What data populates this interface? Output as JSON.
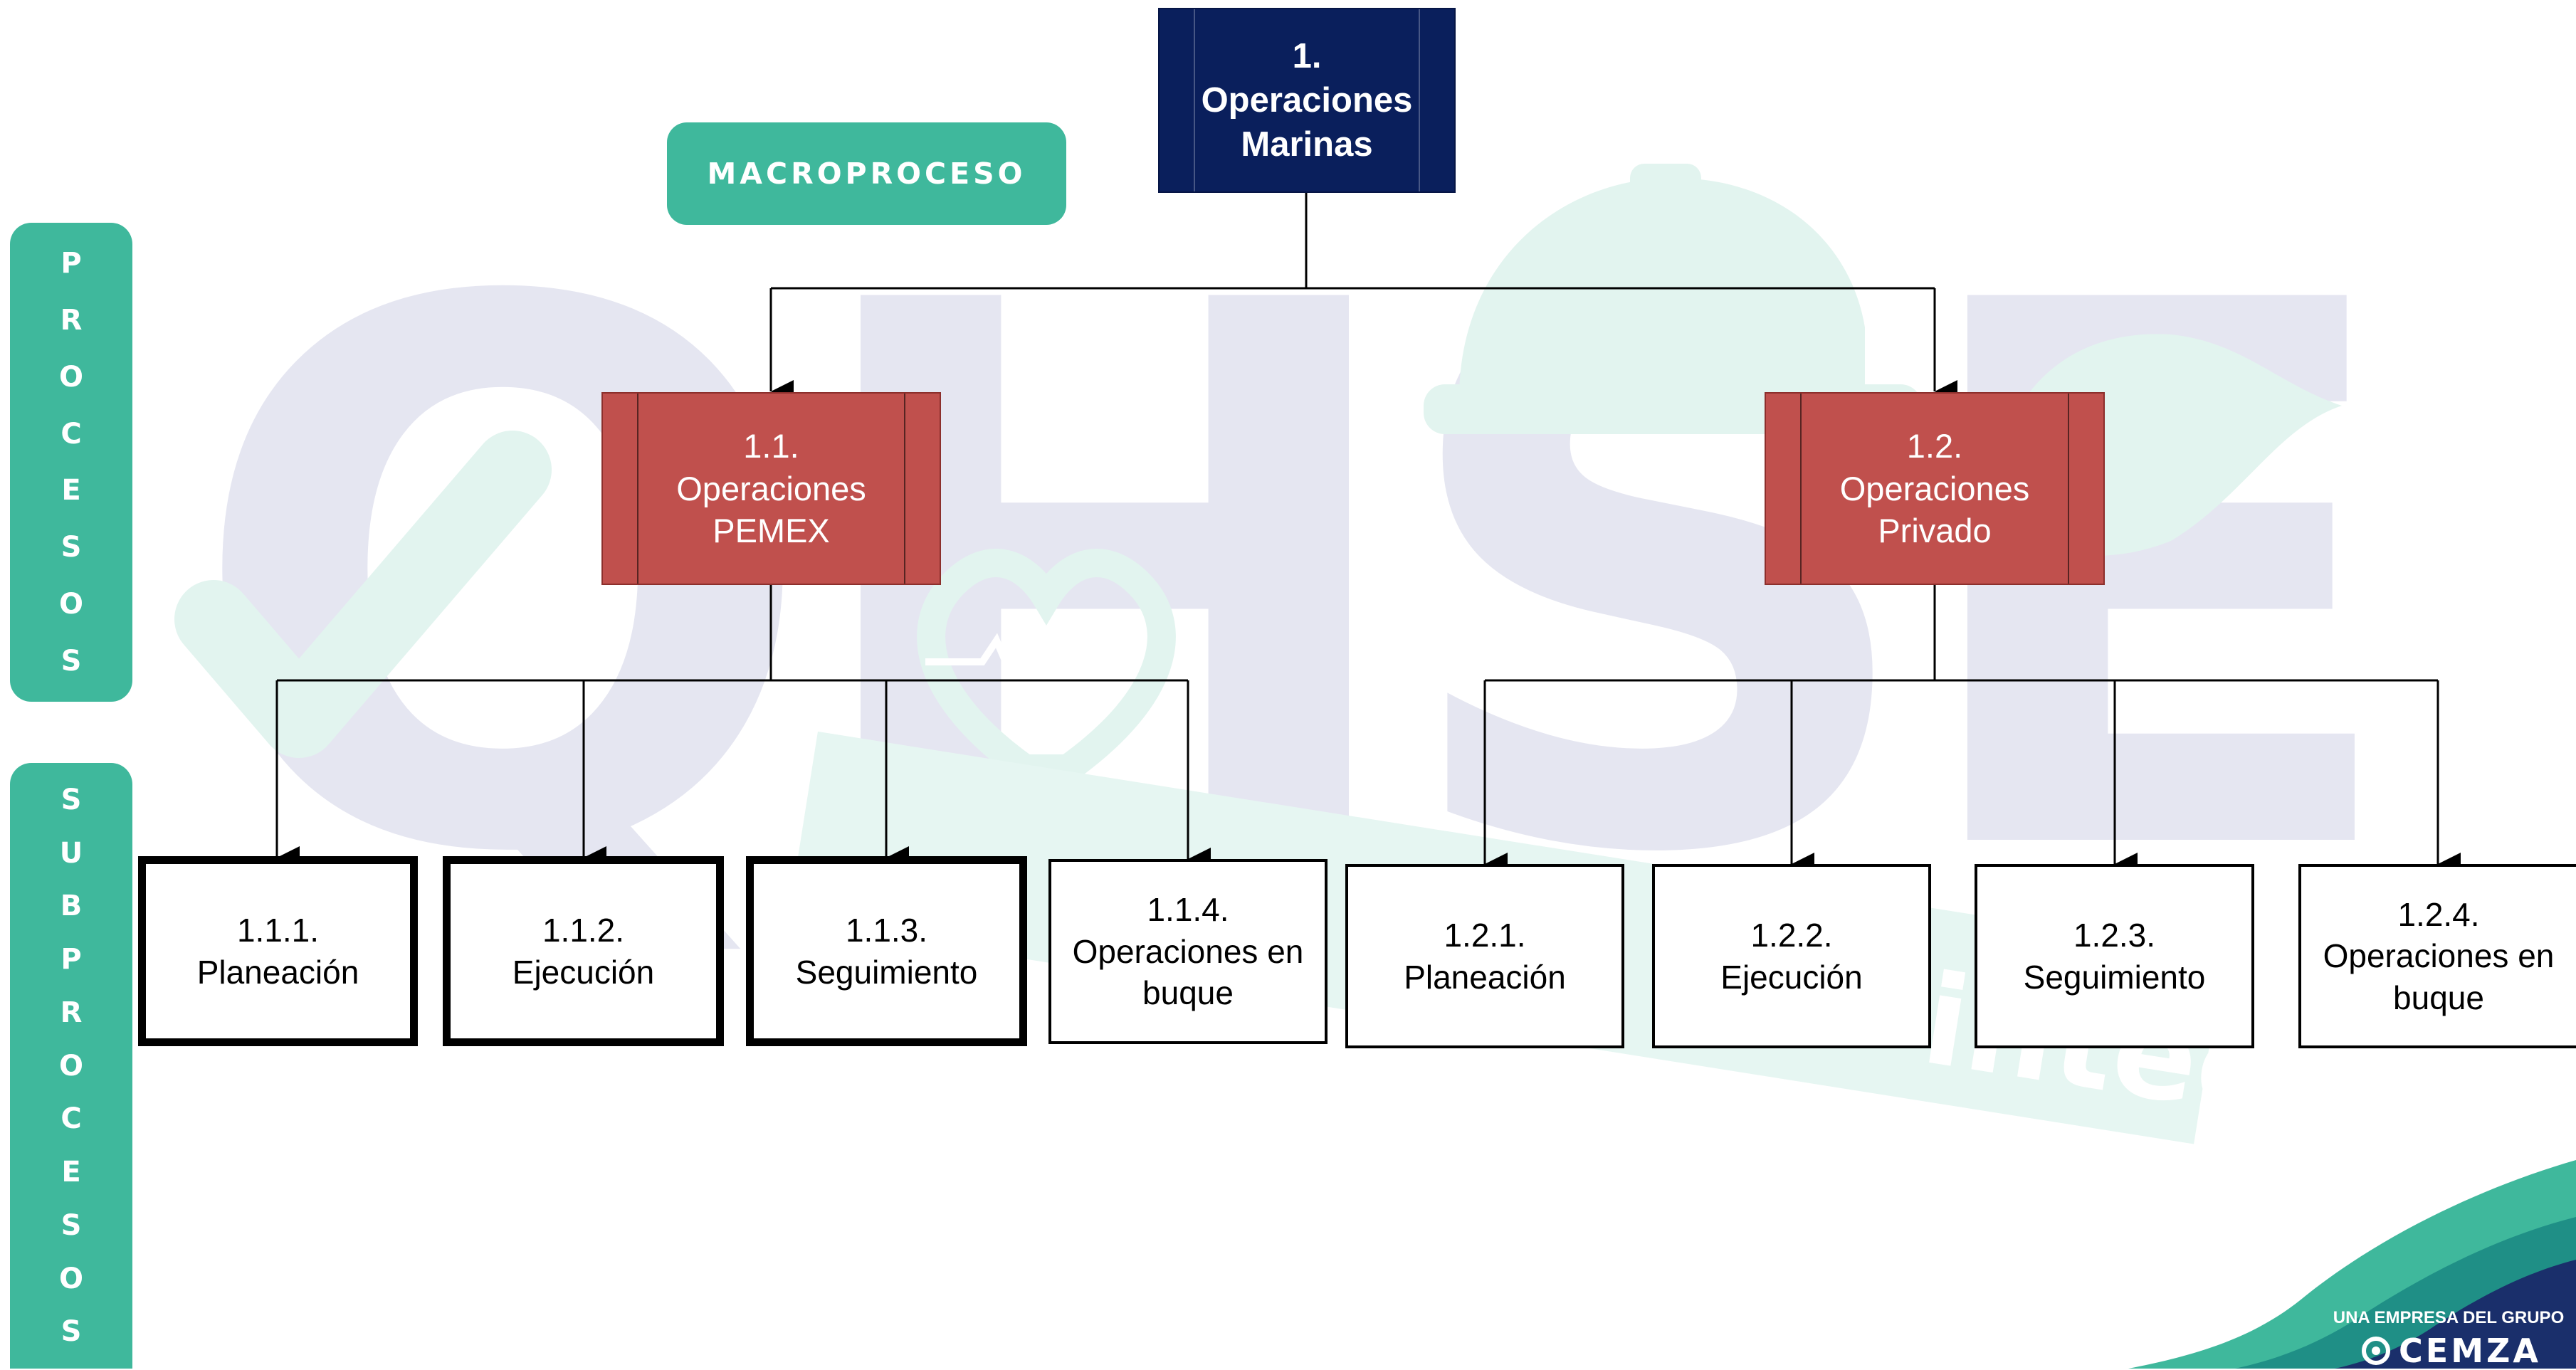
{
  "labels": {
    "macroproceso": "MACROPROCESO",
    "procesos_letters": [
      "P",
      "R",
      "O",
      "C",
      "E",
      "S",
      "O",
      "S"
    ],
    "subprocesos_letters": [
      "S",
      "U",
      "B",
      "P",
      "R",
      "O",
      "C",
      "E",
      "S",
      "O",
      "S"
    ]
  },
  "tree": {
    "root": {
      "number": "1.",
      "title_line1": "Operaciones",
      "title_line2": "Marinas"
    },
    "processes": [
      {
        "number": "1.1.",
        "title_line1": "Operaciones",
        "title_line2": "PEMEX"
      },
      {
        "number": "1.2.",
        "title_line1": "Operaciones",
        "title_line2": "Privado"
      }
    ],
    "subprocesses": [
      {
        "number": "1.1.1.",
        "line1": "Planeación",
        "line2": ""
      },
      {
        "number": "1.1.2.",
        "line1": "Ejecución",
        "line2": ""
      },
      {
        "number": "1.1.3.",
        "line1": "Seguimiento",
        "line2": ""
      },
      {
        "number": "1.1.4.",
        "line1": "Operaciones en",
        "line2": "buque"
      },
      {
        "number": "1.2.1.",
        "line1": "Planeación",
        "line2": ""
      },
      {
        "number": "1.2.2.",
        "line1": "Ejecución",
        "line2": ""
      },
      {
        "number": "1.2.3.",
        "line1": "Seguimiento",
        "line2": ""
      },
      {
        "number": "1.2.4.",
        "line1": "Operaciones en",
        "line2": "buque"
      }
    ]
  },
  "watermark": {
    "letters": "QHSE",
    "word": "integral"
  },
  "footer": {
    "tagline": "UNA EMPRESA DEL GRUPO",
    "brand": "CEMZA"
  },
  "colors": {
    "accent_teal": "#3fb89c",
    "root_navy": "#0a1f5c",
    "process_red": "#c0504d",
    "footer_navy": "#1a2f6b"
  },
  "icons": [
    "check-icon",
    "heart-icon",
    "hard-hat-icon",
    "leaf-icon",
    "cemza-logo-icon"
  ]
}
